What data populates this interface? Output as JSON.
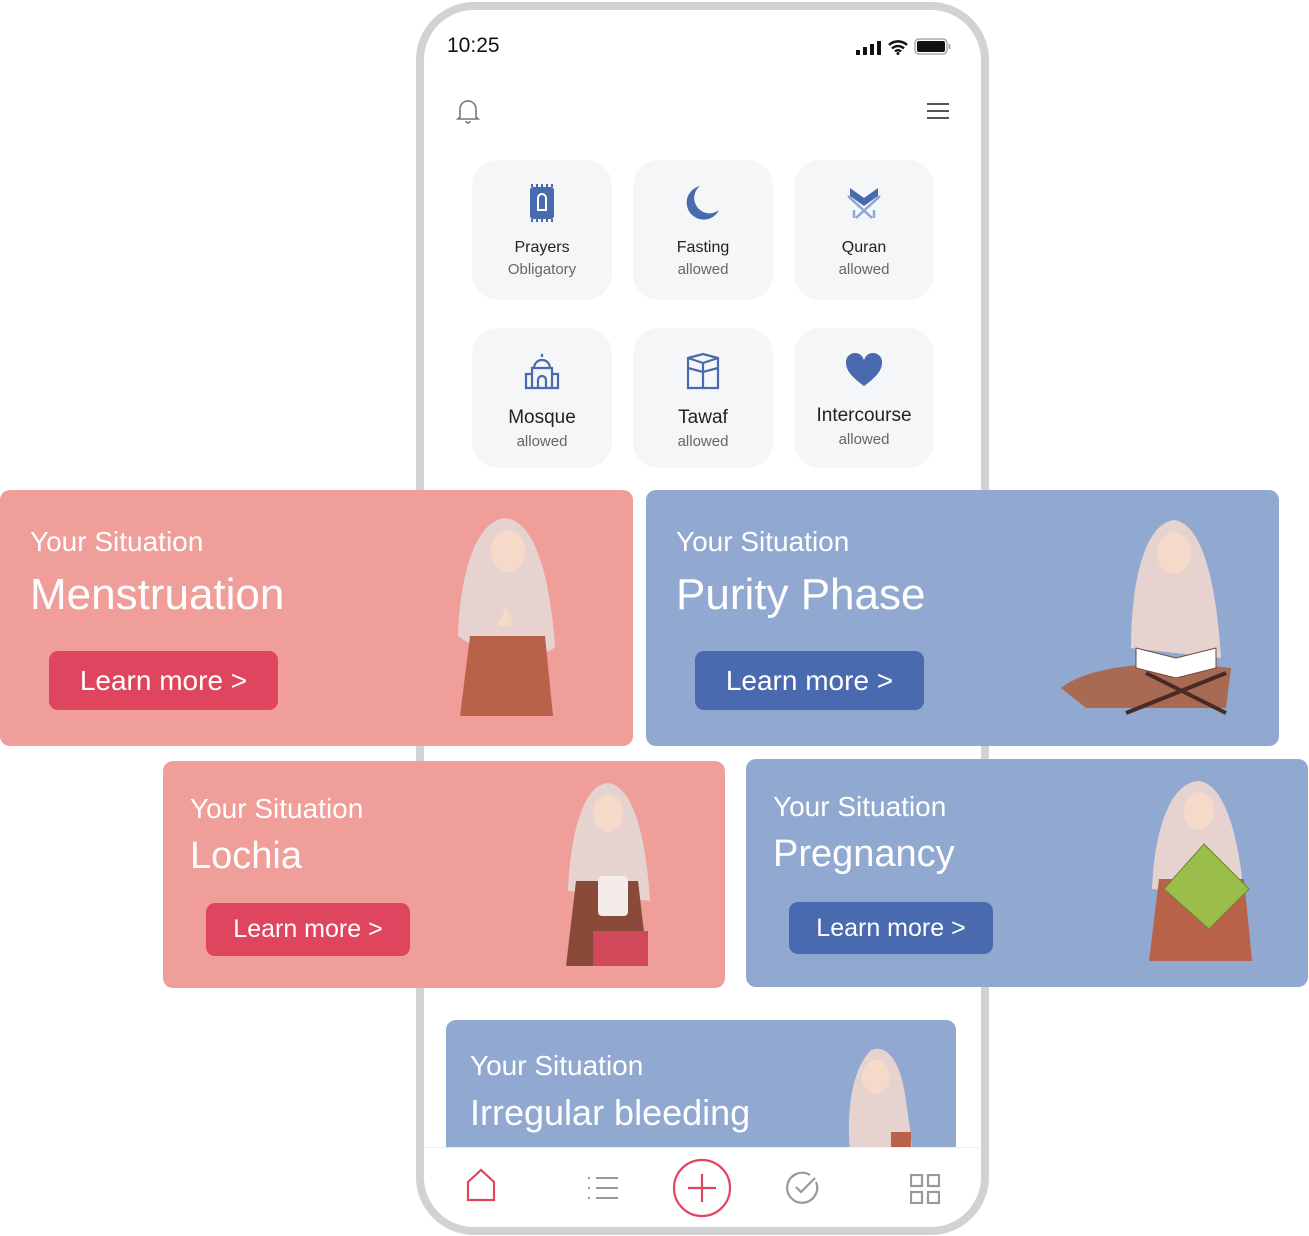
{
  "status_bar": {
    "time": "10:25"
  },
  "header": {
    "bell_icon": "bell-icon",
    "menu_icon": "hamburger-icon"
  },
  "tiles": [
    {
      "title": "Prayers",
      "status": "Obligatory",
      "icon": "prayer-mat-icon"
    },
    {
      "title": "Fasting",
      "status": "allowed",
      "icon": "moon-icon"
    },
    {
      "title": "Quran",
      "status": "allowed",
      "icon": "quran-stand-icon"
    },
    {
      "title": "Mosque",
      "status": "allowed",
      "icon": "mosque-icon"
    },
    {
      "title": "Tawaf",
      "status": "allowed",
      "icon": "kaaba-icon"
    },
    {
      "title": "Intercourse",
      "status": "allowed",
      "icon": "heart-icon"
    }
  ],
  "cards": [
    {
      "label": "Your Situation",
      "title": "Menstruation",
      "button": "Learn more >"
    },
    {
      "label": "Your Situation",
      "title": "Purity Phase",
      "button": "Learn more >"
    },
    {
      "label": "Your Situation",
      "title": "Lochia",
      "button": "Learn more >"
    },
    {
      "label": "Your Situation",
      "title": "Pregnancy",
      "button": "Learn more >"
    },
    {
      "label": "Your Situation",
      "title": "Irregular bleeding"
    }
  ],
  "colors": {
    "pink": "#ef9e9a",
    "blue": "#91a8d0",
    "accent_red": "#e04560",
    "accent_blue": "#4a6aaf",
    "icon_blue": "#4a6aaf"
  },
  "nav": [
    "home-icon",
    "list-icon",
    "add-icon",
    "check-icon",
    "grid-icon"
  ]
}
